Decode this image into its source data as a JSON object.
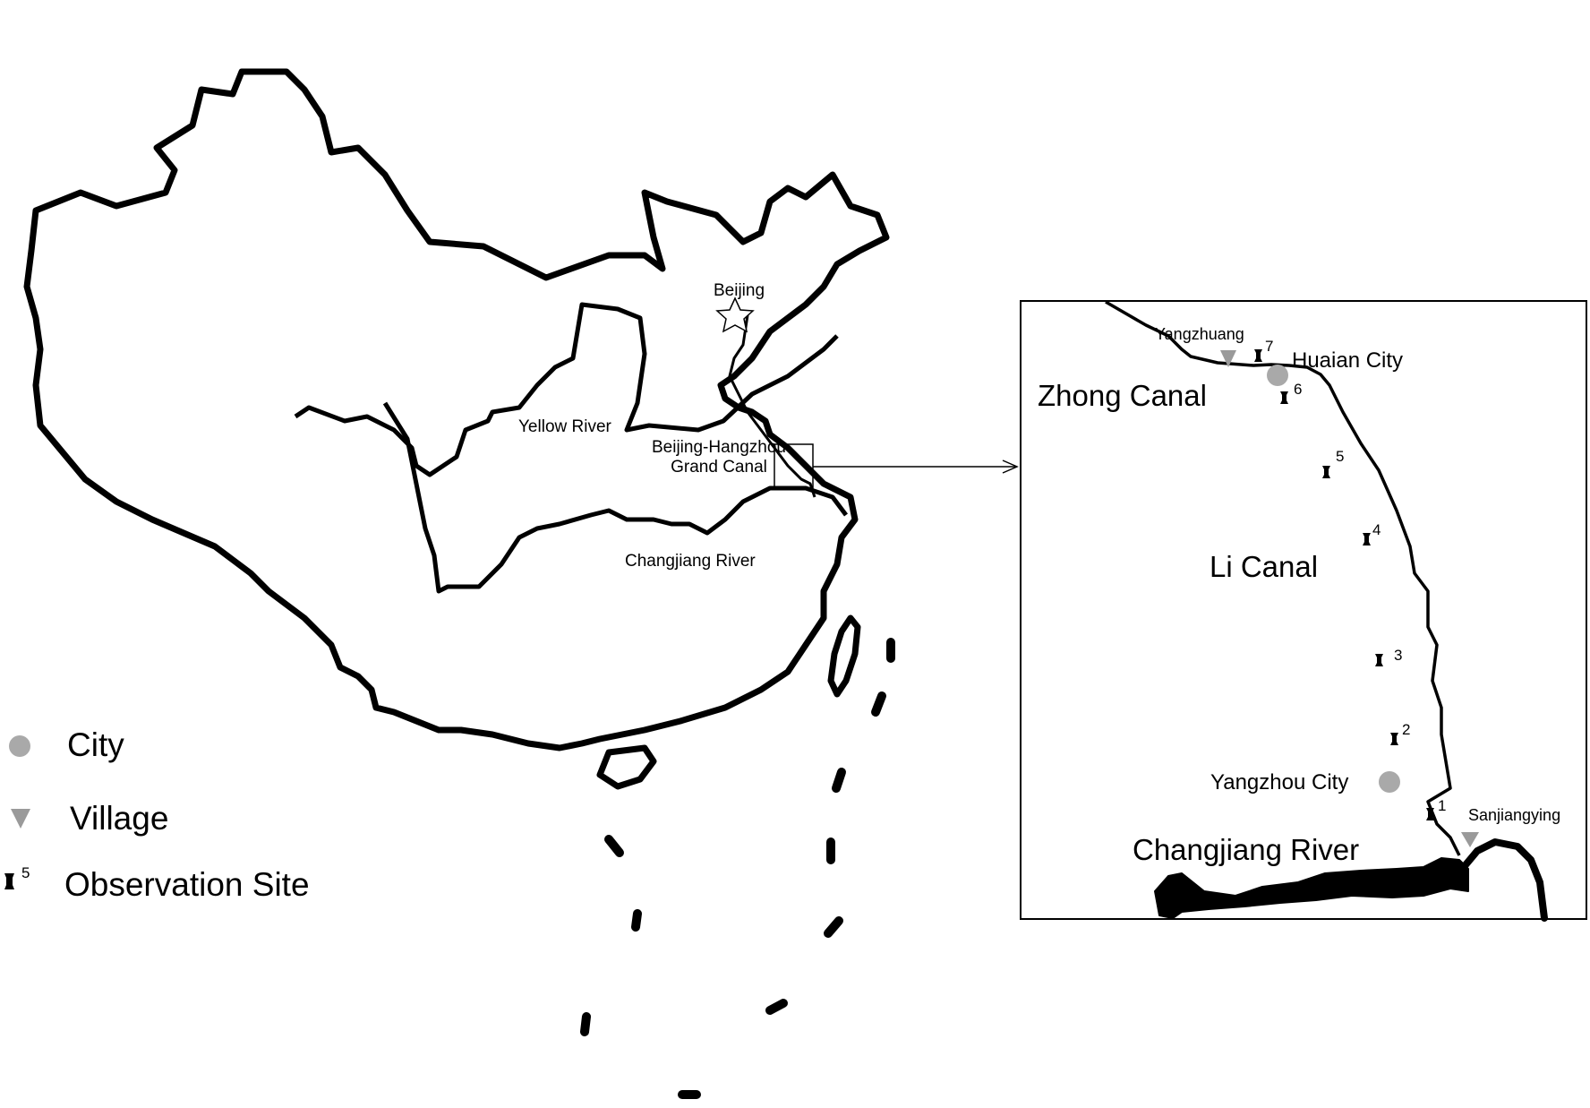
{
  "china_map": {
    "labels": {
      "beijing": "Beijing",
      "yellow_river": "Yellow River",
      "grand_canal_line1": "Beijing-Hangzhou",
      "grand_canal_line2": "Grand Canal",
      "changjiang_river": "Changjiang River"
    },
    "capital_symbol": "star-icon"
  },
  "inset_map": {
    "labels": {
      "yangzhuang": "Yangzhuang",
      "huaian_city": "Huaian City",
      "zhong_canal": "Zhong Canal",
      "li_canal": "Li Canal",
      "yangzhou_city": "Yangzhou City",
      "sanjiangying": "Sanjiangying",
      "changjiang_river": "Changjiang River"
    },
    "observation_sites": [
      "1",
      "2",
      "3",
      "4",
      "5",
      "6",
      "7"
    ]
  },
  "legend": {
    "items": [
      {
        "symbol": "circle-icon",
        "label": "City"
      },
      {
        "symbol": "triangle-icon",
        "label": "Village"
      },
      {
        "symbol": "pin-icon",
        "label": "Observation Site",
        "sample_number": "5"
      }
    ]
  },
  "colors": {
    "outline": "#000000",
    "city_fill": "#a9a9a9",
    "village_fill": "#9a9a9a",
    "background": "#ffffff"
  }
}
